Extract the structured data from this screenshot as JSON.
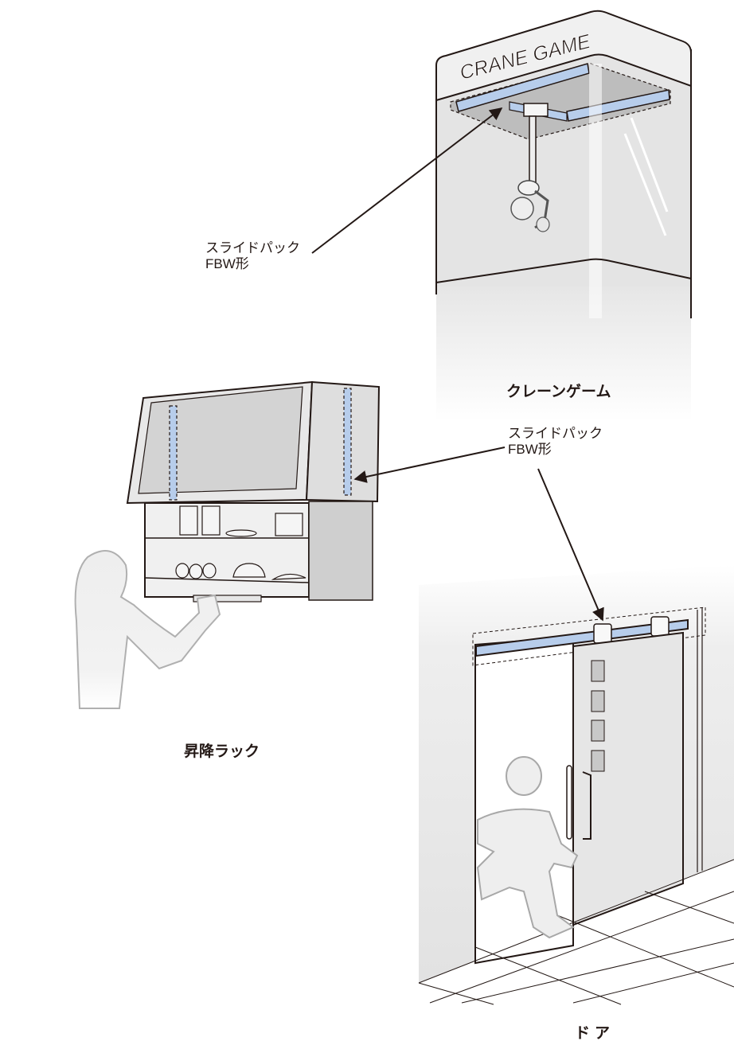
{
  "crane_game": {
    "sign_text": "CRANE GAME",
    "caption": "クレーンゲーム",
    "callout": {
      "line1": "スライドパック",
      "line2": "FBW形"
    }
  },
  "lift_rack": {
    "caption": "昇降ラック"
  },
  "door": {
    "caption": "ドア",
    "callout": {
      "line1": "スライドパック",
      "line2": "FBW形"
    }
  },
  "colors": {
    "rail_blue": "#b7cdeb",
    "outline": "#231815",
    "panel_gray": "#e4e4e4",
    "figure_gray": "#a8a8a8"
  }
}
